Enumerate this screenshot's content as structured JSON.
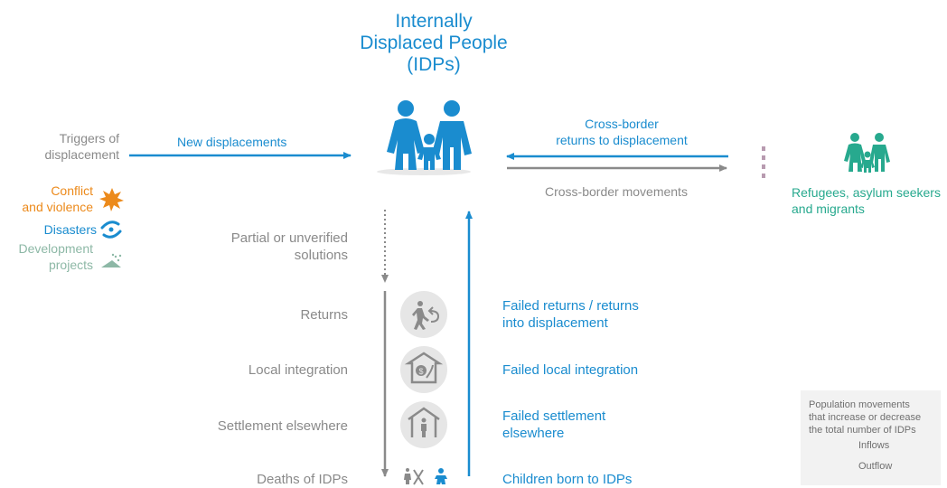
{
  "title": [
    "Internally",
    "Displaced People",
    "(IDPs)"
  ],
  "triggers": {
    "heading": [
      "Triggers of",
      "displacement"
    ],
    "conflict": [
      "Conflict",
      "and violence"
    ],
    "disasters": "Disasters",
    "development": [
      "Development",
      "projects"
    ]
  },
  "flows": {
    "new_displacements": "New displacements",
    "cross_border_returns": [
      "Cross-border",
      "returns to displacement"
    ],
    "cross_border_movements": "Cross-border movements"
  },
  "refugees": [
    "Refugees, asylum seekers",
    "and migrants"
  ],
  "outflows": {
    "partial": [
      "Partial or unverified",
      "solutions"
    ],
    "returns": "Returns",
    "local_integration": "Local integration",
    "settlement_elsewhere": "Settlement elsewhere",
    "deaths": "Deaths of IDPs"
  },
  "inflows": {
    "failed_returns": [
      "Failed returns / returns",
      "into displacement"
    ],
    "failed_local": "Failed local integration",
    "failed_settlement": [
      "Failed settlement",
      "elsewhere"
    ],
    "children_born": "Children born to IDPs"
  },
  "legend": {
    "description": [
      "Population movements",
      "that increase or decrease",
      "the total number of IDPs"
    ],
    "inflows": "Inflows",
    "outflow": "Outflow"
  },
  "colors": {
    "blue": "#1a8ccf",
    "gray": "#8a8a8a",
    "teal": "#27a98e",
    "orange": "#ec8a1b",
    "sage": "#8db8a6",
    "mauve": "#b89bb0"
  },
  "icons": [
    "family-icon",
    "refugee-family-icon",
    "explosion-icon",
    "cyclone-icon",
    "construction-icon",
    "returning-person-icon",
    "house-money-icon",
    "house-person-icon",
    "death-icon",
    "baby-icon",
    "flow-arrow-icon"
  ]
}
